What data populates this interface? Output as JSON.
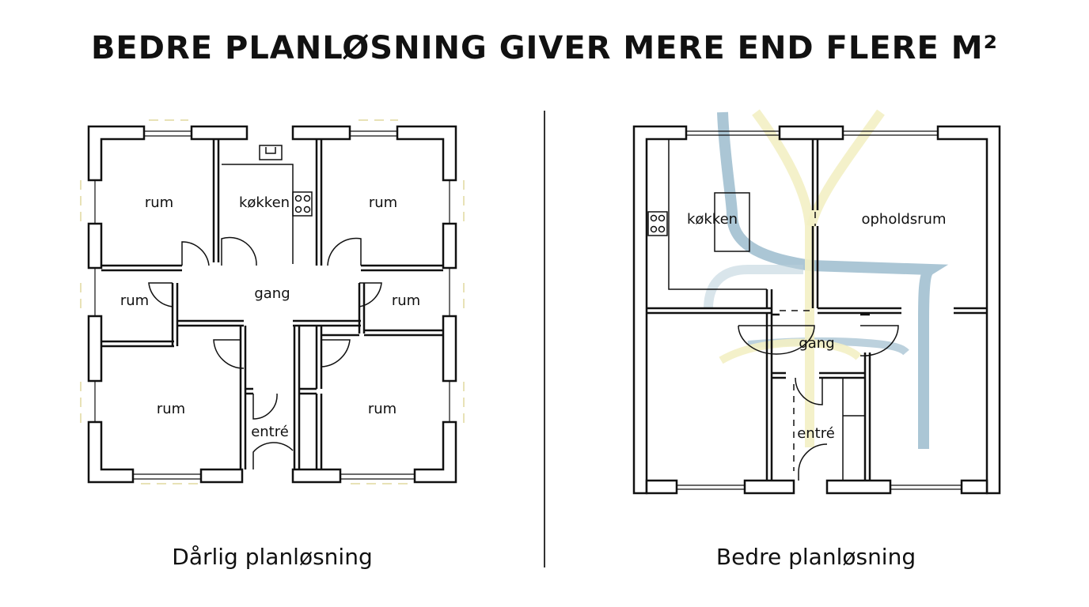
{
  "title": "BEDRE PLANLØSNING GIVER MERE END FLERE M²",
  "left_plan": {
    "caption": "Dårlig planløsning",
    "rooms": {
      "room_top_left": "rum",
      "kitchen": "køkken",
      "room_top_right": "rum",
      "room_mid_left": "rum",
      "hall": "gang",
      "room_mid_right": "rum",
      "room_bottom_left": "rum",
      "entrance": "entré",
      "room_bottom_right": "rum"
    }
  },
  "right_plan": {
    "caption": "Bedre planløsning",
    "rooms": {
      "kitchen": "køkken",
      "living": "opholdsrum",
      "hall": "gang",
      "entrance": "entré"
    }
  },
  "colors": {
    "walls": "#111111",
    "flow_blue": "#8fb3c7",
    "flow_yellow": "#f3efc4",
    "ghost_window": "#e8e2b6"
  }
}
